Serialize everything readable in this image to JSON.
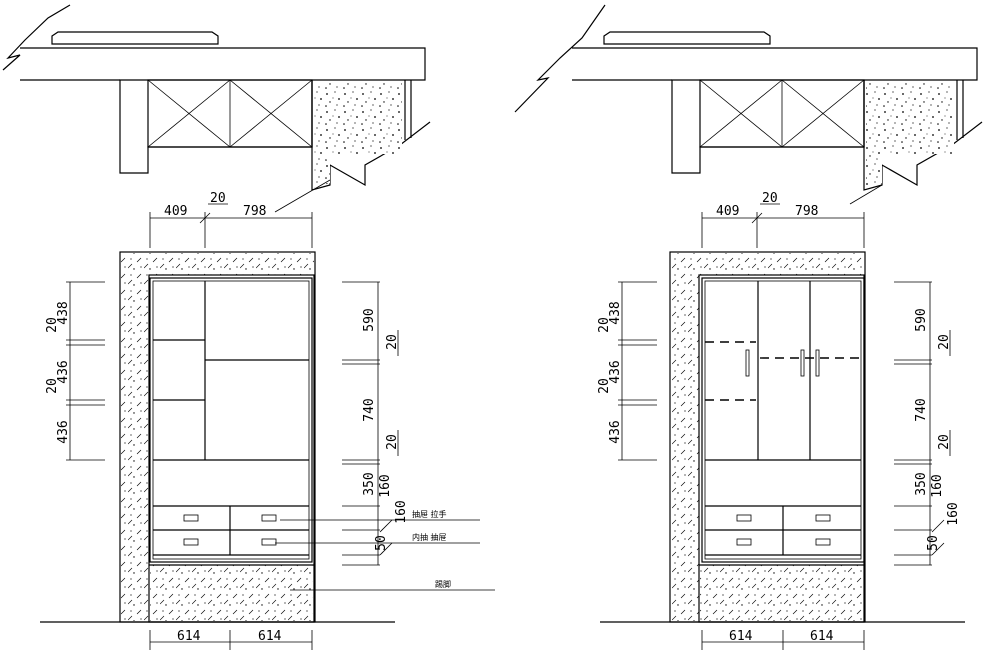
{
  "colors": {
    "line": "#000000",
    "background": "#ffffff"
  },
  "elevations": [
    {
      "id": "left",
      "top_widths": [
        "409",
        "20",
        "798"
      ],
      "bottom_widths": [
        "614",
        "614"
      ],
      "left_heights": [
        "438",
        "20",
        "436",
        "20",
        "436"
      ],
      "right_heights": [
        "590",
        "20",
        "740",
        "20",
        "350",
        "160",
        "160",
        "50"
      ],
      "annotations": [
        "抽屉 拉手",
        "内抽 抽屉",
        "踢脚"
      ]
    },
    {
      "id": "right",
      "top_widths": [
        "409",
        "20",
        "798"
      ],
      "bottom_widths": [
        "614",
        "614"
      ],
      "left_heights": [
        "438",
        "20",
        "436",
        "20",
        "436"
      ],
      "right_heights": [
        "590",
        "20",
        "740",
        "20",
        "350",
        "160",
        "160",
        "50"
      ]
    }
  ]
}
